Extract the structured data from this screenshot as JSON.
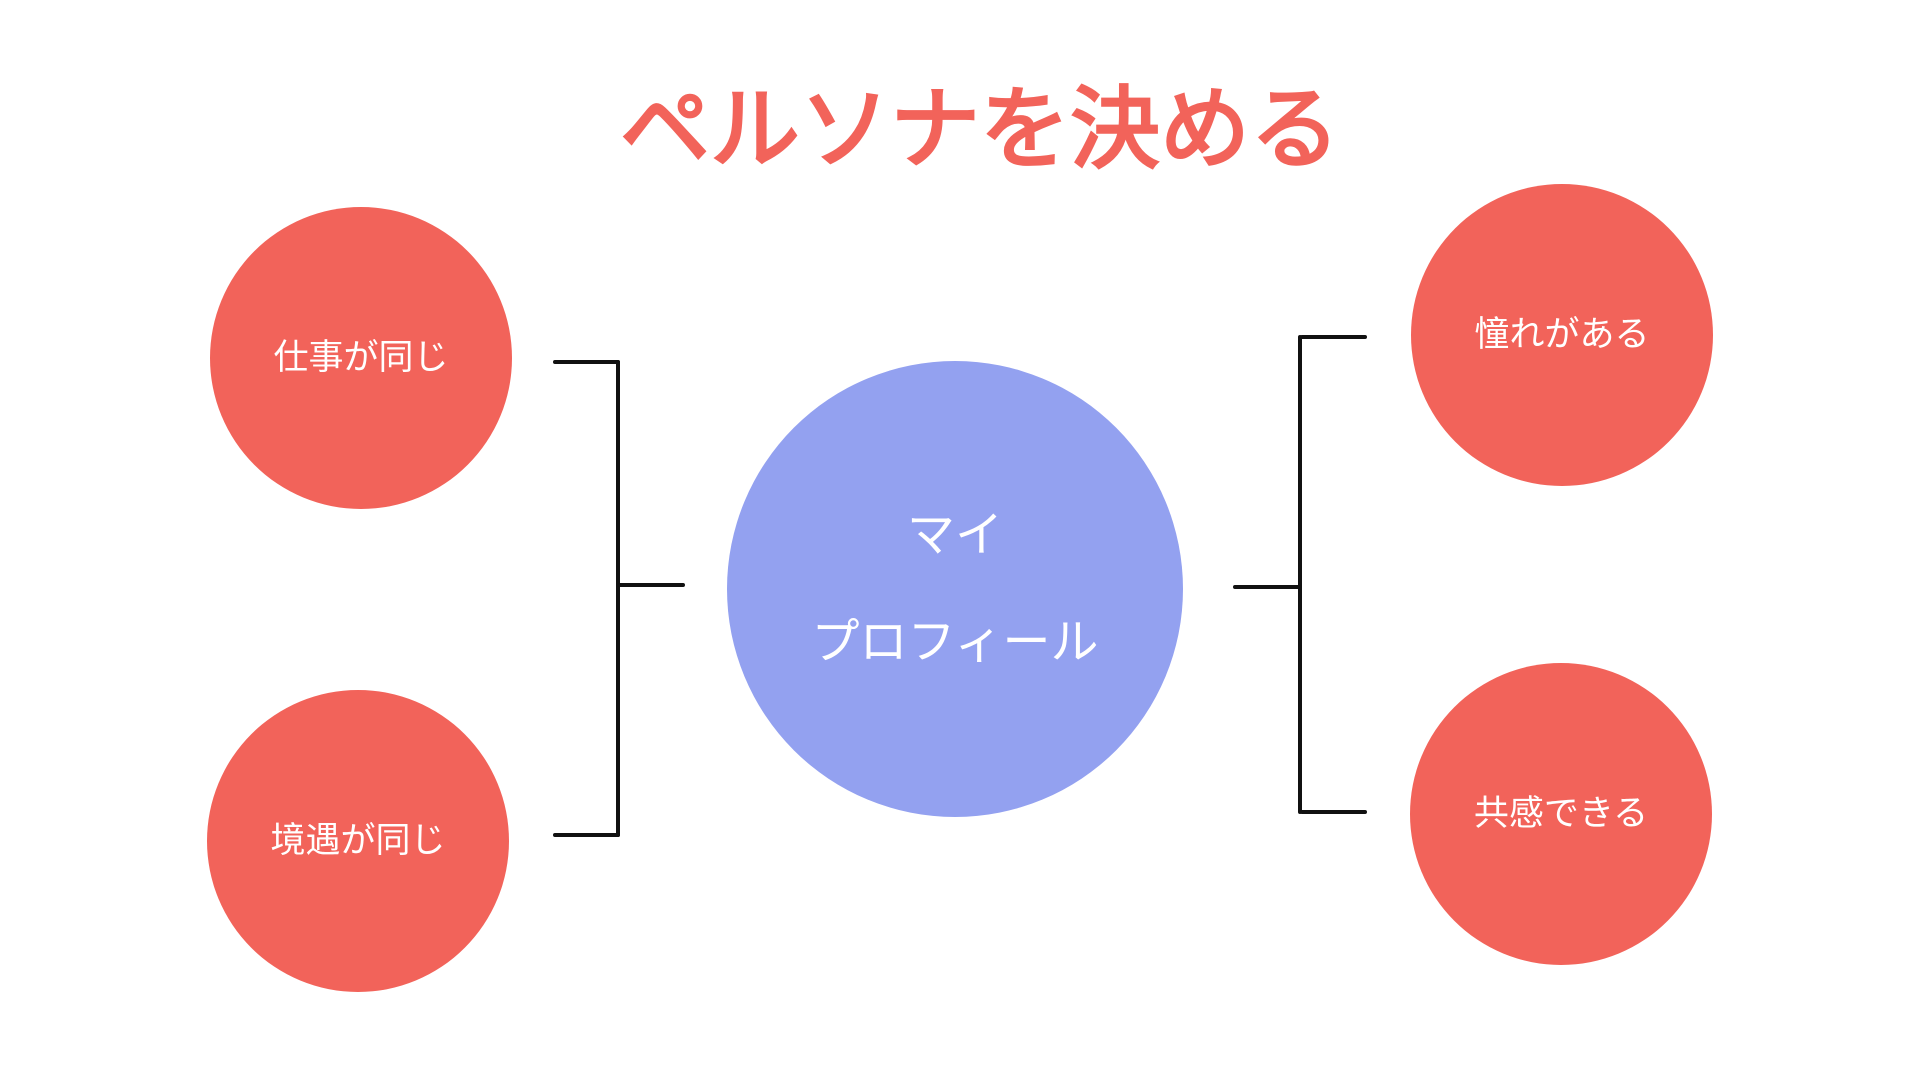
{
  "title": "ペルソナを決める",
  "colors": {
    "accent_red": "#F2635A",
    "accent_blue": "#93A1F0",
    "connector_black": "#111111",
    "label_white": "#FFFFFF",
    "background": "#FFFFFF"
  },
  "center_node": {
    "label_line1": "マイ",
    "label_line2": "プロフィール"
  },
  "left_nodes": [
    {
      "label": "仕事が同じ"
    },
    {
      "label": "境遇が同じ"
    }
  ],
  "right_nodes": [
    {
      "label": "憧れがある"
    },
    {
      "label": "共感できる"
    }
  ]
}
